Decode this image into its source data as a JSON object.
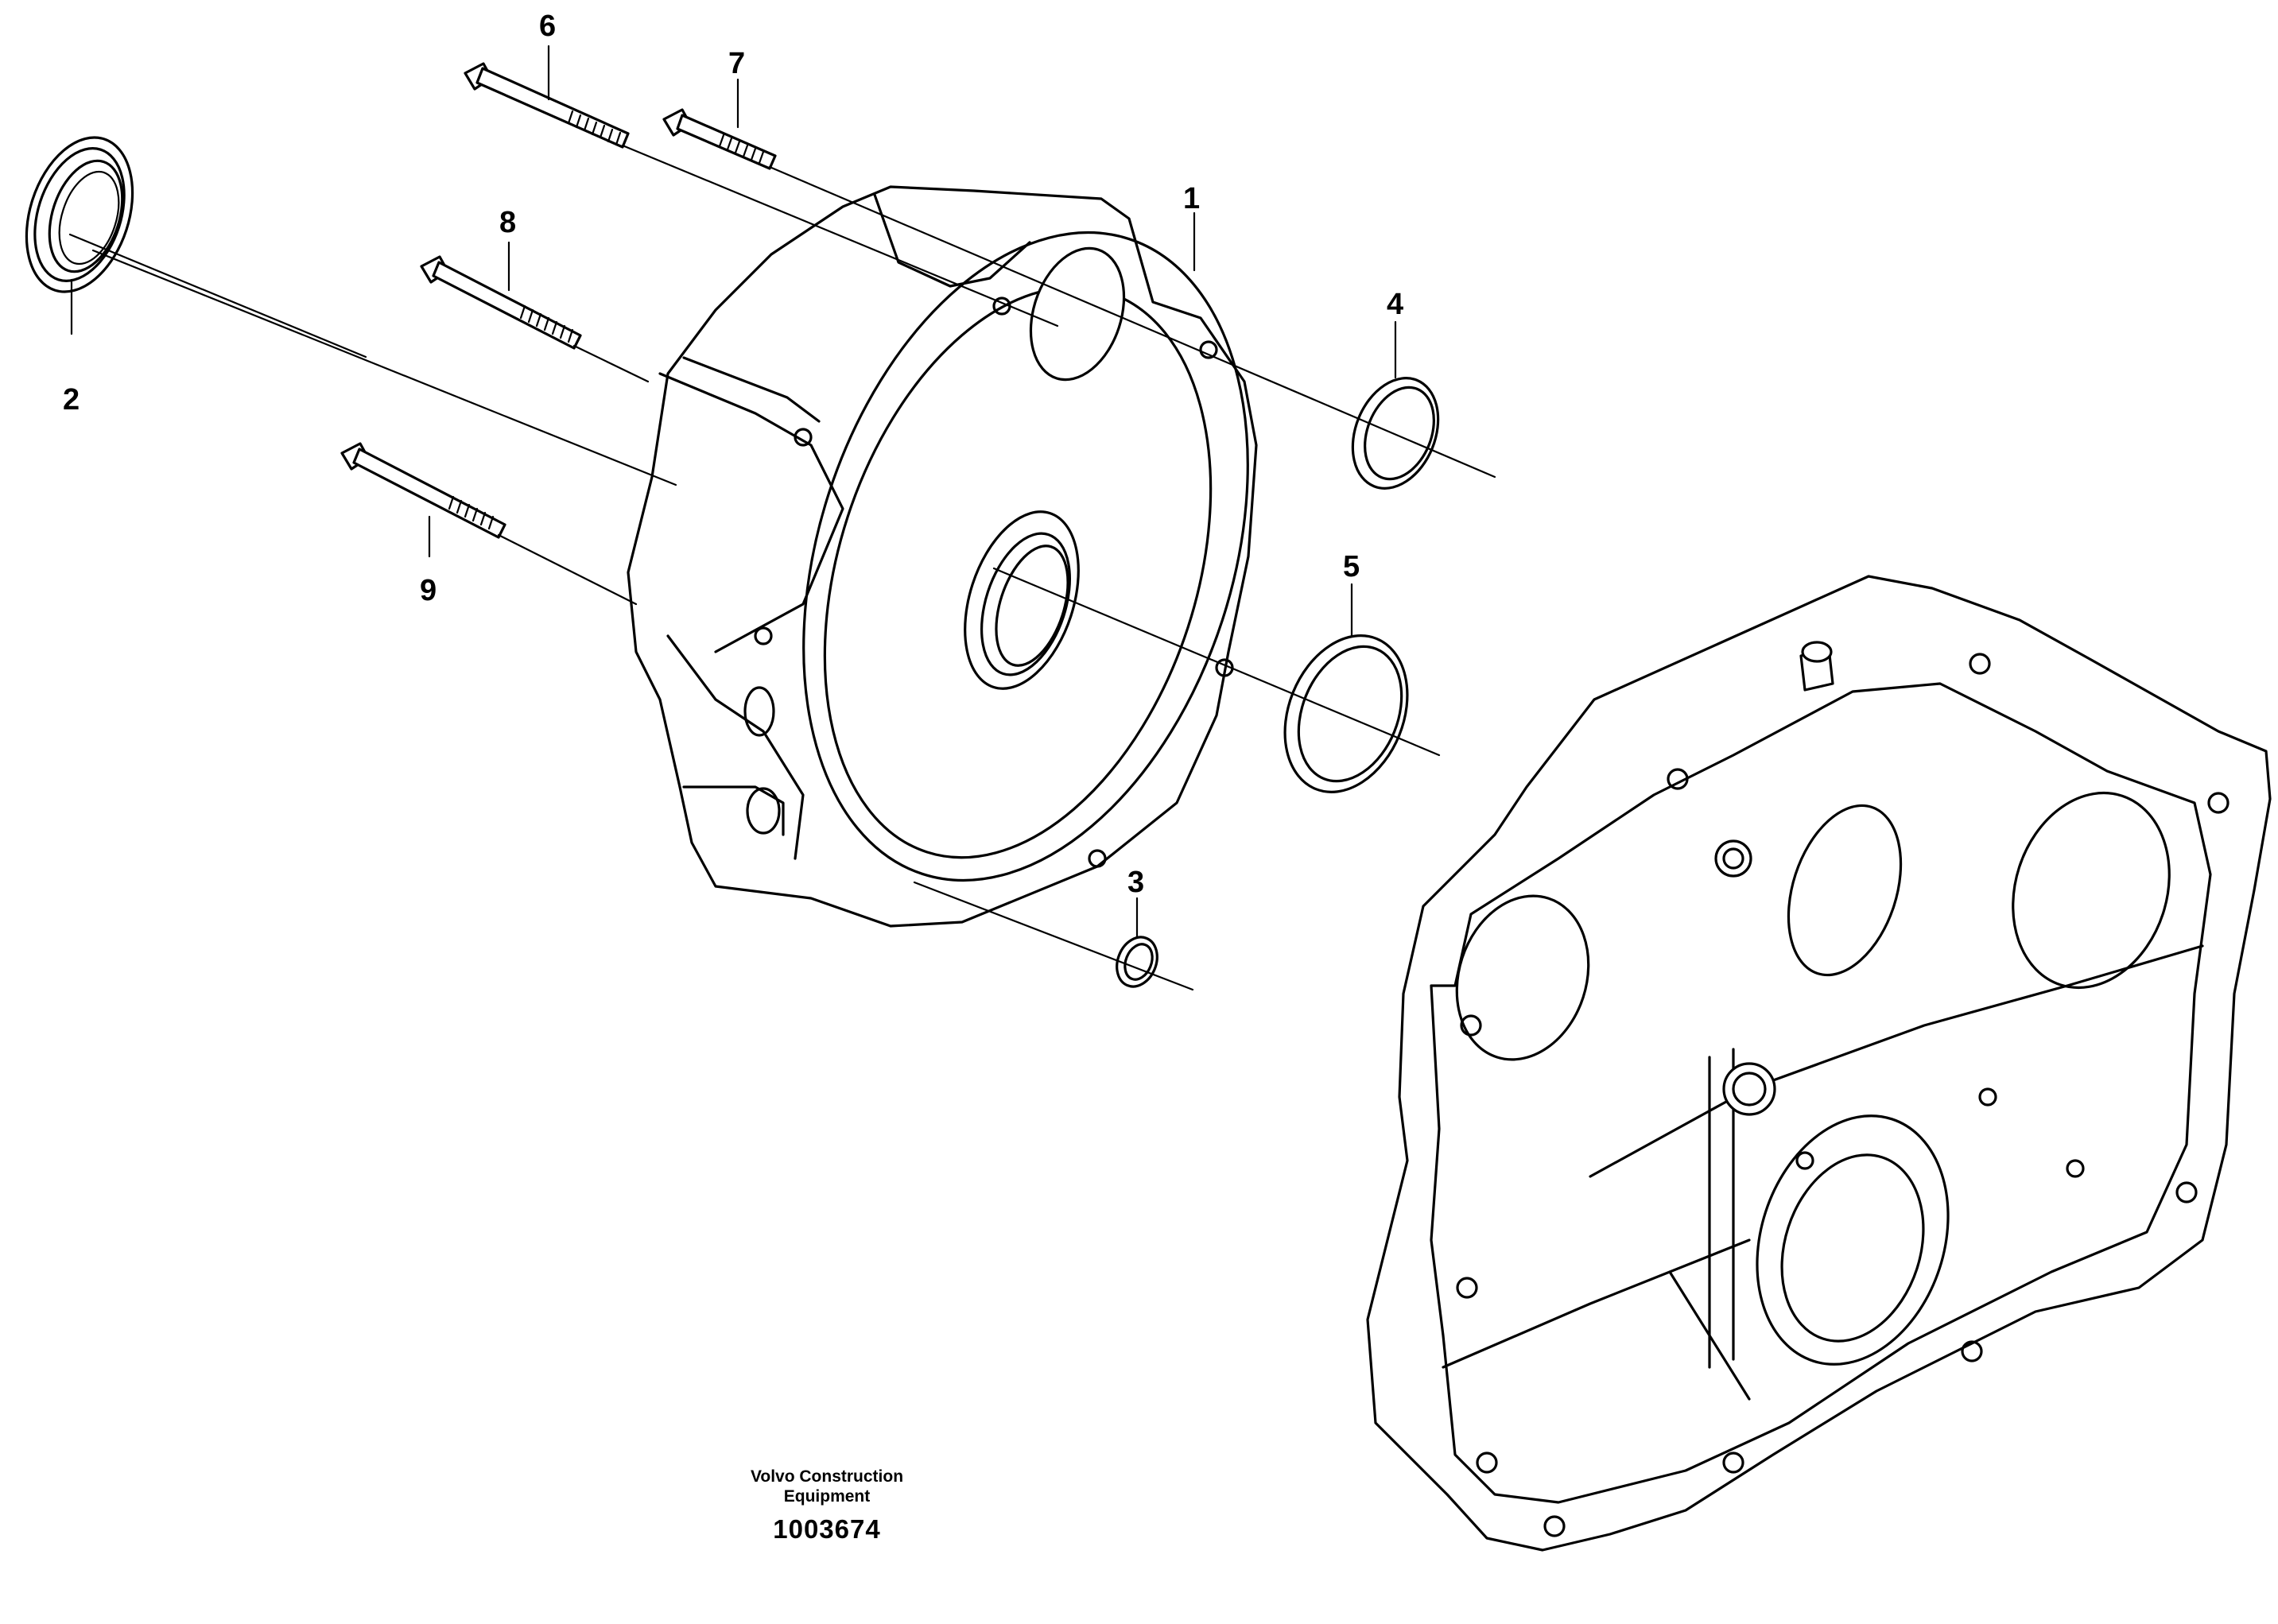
{
  "callouts": {
    "c1": "1",
    "c2": "2",
    "c3": "3",
    "c4": "4",
    "c5": "5",
    "c6": "6",
    "c7": "7",
    "c8": "8",
    "c9": "9"
  },
  "footer": {
    "maker_line1": "Volvo Construction",
    "maker_line2": "Equipment",
    "figure_number": "1003674"
  }
}
